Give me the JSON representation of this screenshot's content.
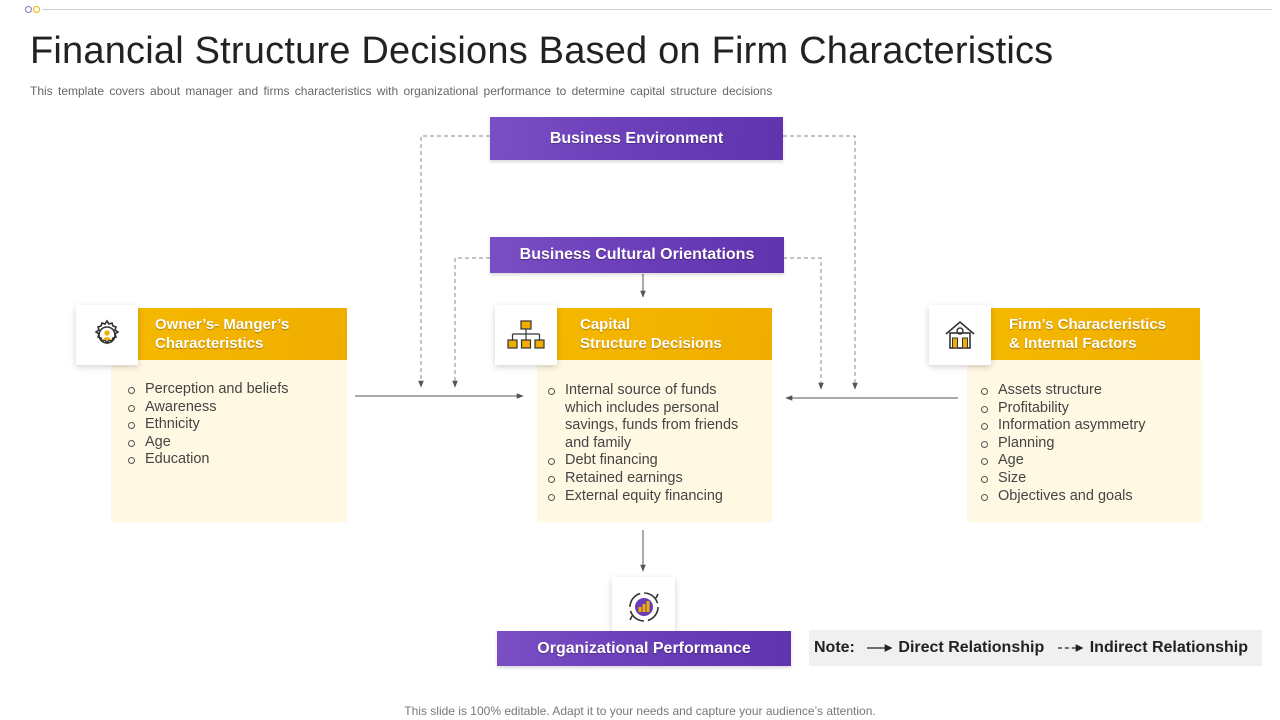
{
  "header": {
    "title": "Financial Structure Decisions Based on Firm Characteristics",
    "subtitle": "This template covers about manager and firms characteristics with organizational performance to determine capital structure decisions"
  },
  "diagram": {
    "business_environment": "Business Environment",
    "cultural_orientations": "Business Cultural Orientations",
    "organizational_performance": "Organizational Performance",
    "left_card": {
      "title_line1": "Owner’s- Manger’s",
      "title_line2": "Characteristics",
      "icon": "gear-person-icon",
      "items": [
        "Perception and beliefs",
        "Awareness",
        "Ethnicity",
        "Age",
        "Education"
      ]
    },
    "center_card": {
      "title_line1": "Capital",
      "title_line2": "Structure Decisions",
      "icon": "org-chart-icon",
      "items": [
        "Internal source of funds which includes personal savings, funds from friends and family",
        "Debt financing",
        "Retained earnings",
        "External equity financing"
      ]
    },
    "right_card": {
      "title_line1": "Firm’s Characteristics",
      "title_line2": "& Internal Factors",
      "icon": "house-icon",
      "items": [
        "Assets structure",
        "Profitability",
        "Information asymmetry",
        "Planning",
        "Age",
        "Size",
        "Objectives and goals"
      ]
    },
    "performance_icon": "performance-chart-icon"
  },
  "note": {
    "label": "Note:",
    "direct": "Direct Relationship",
    "indirect": "Indirect Relationship"
  },
  "footer": "This slide is 100% editable. Adapt it to your needs and capture your audience’s attention.",
  "colors": {
    "purple": "#6a3db8",
    "yellow": "#f0ad00",
    "cream": "#fff8e3"
  }
}
